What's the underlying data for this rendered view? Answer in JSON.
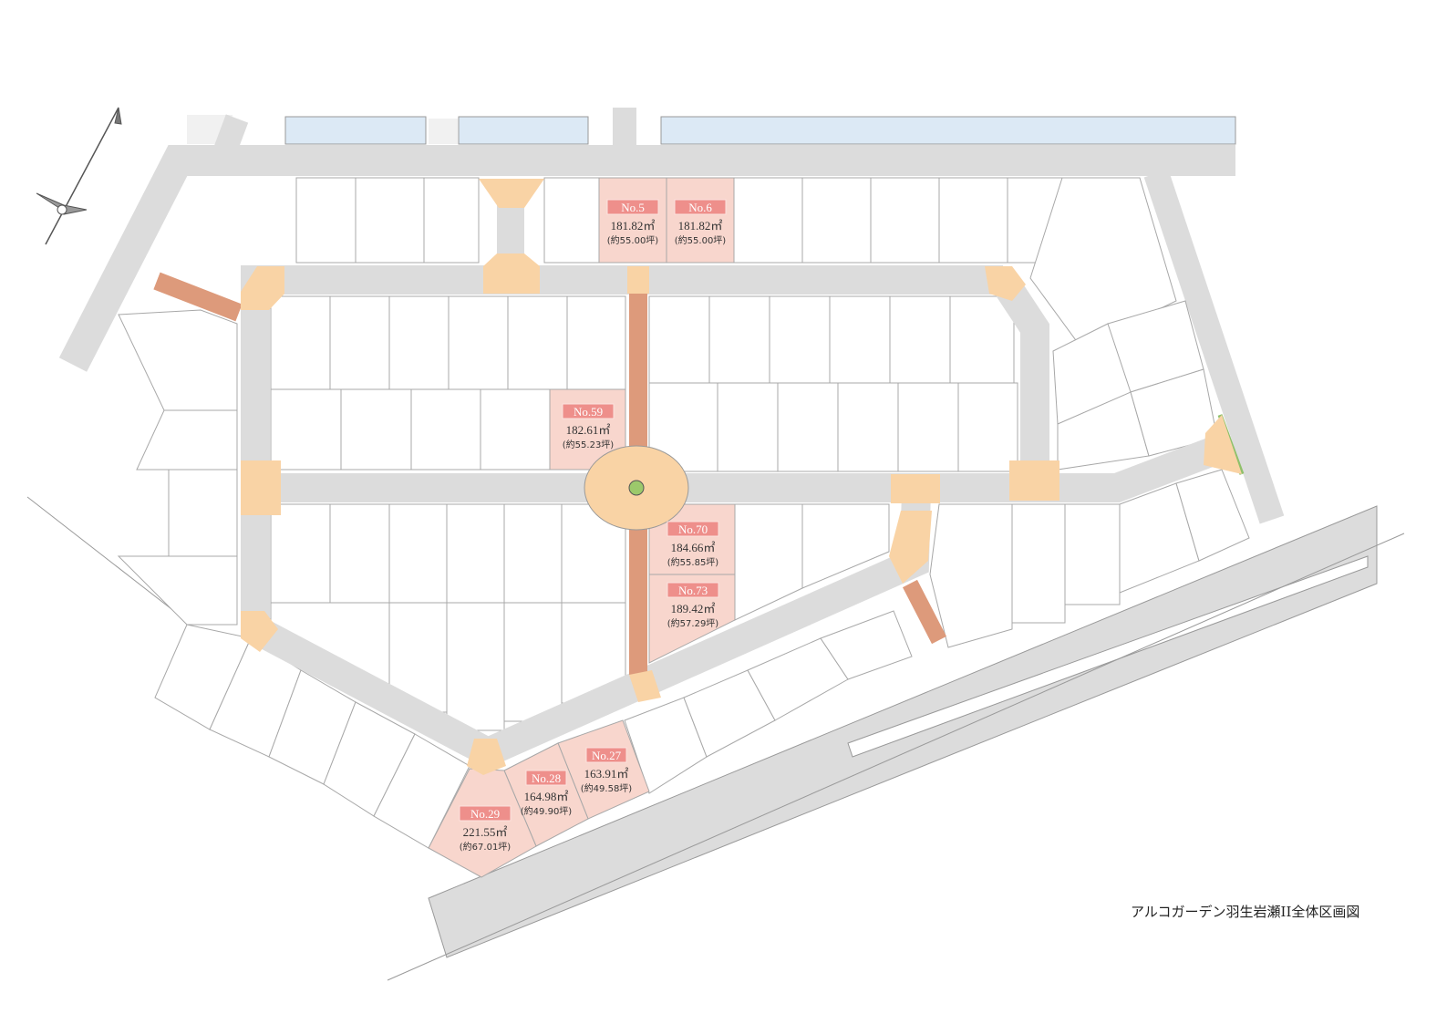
{
  "title": "アルコガーデン羽生岩瀬II全体区画図",
  "colors": {
    "road": "#dcdcdc",
    "junction": "#f9d3a5",
    "footpath": "#dd9a7b",
    "water": "#dce9f5",
    "selected_lot": "#f8d6cd",
    "lot_label": "#ee8f8b",
    "park": "#9cc96b"
  },
  "lots": [
    {
      "no": "No.5",
      "area": "181.82㎡",
      "tsubo": "(約55.00坪)"
    },
    {
      "no": "No.6",
      "area": "181.82㎡",
      "tsubo": "(約55.00坪)"
    },
    {
      "no": "No.59",
      "area": "182.61㎡",
      "tsubo": "(約55.23坪)"
    },
    {
      "no": "No.70",
      "area": "184.66㎡",
      "tsubo": "(約55.85坪)"
    },
    {
      "no": "No.73",
      "area": "189.42㎡",
      "tsubo": "(約57.29坪)"
    },
    {
      "no": "No.27",
      "area": "163.91㎡",
      "tsubo": "(約49.58坪)"
    },
    {
      "no": "No.28",
      "area": "164.98㎡",
      "tsubo": "(約49.90坪)"
    },
    {
      "no": "No.29",
      "area": "221.55㎡",
      "tsubo": "(約67.01坪)"
    }
  ]
}
